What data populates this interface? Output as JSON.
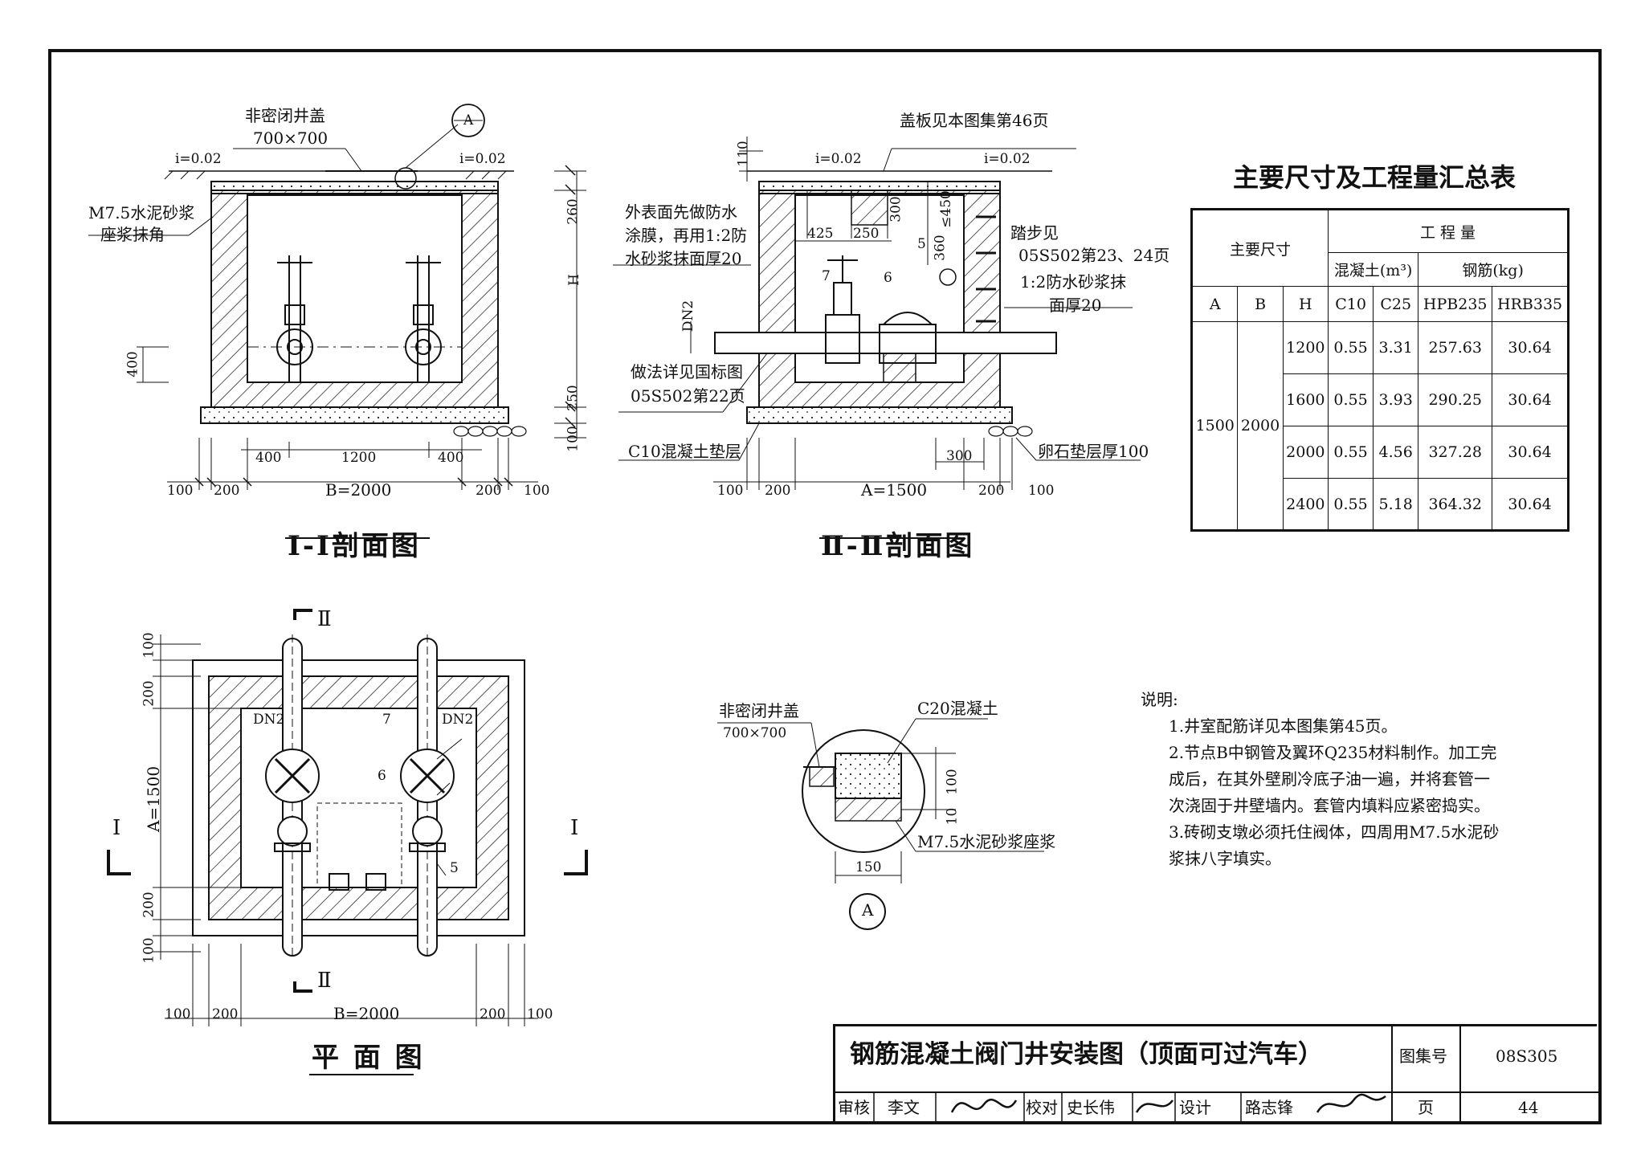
{
  "sections": {
    "s1": {
      "title": "Ⅰ-Ⅰ剖面图"
    },
    "s2": {
      "title": "Ⅱ-Ⅱ剖面图"
    },
    "plan": {
      "title": "平 面 图"
    }
  },
  "labels": {
    "cover_s1": "非密闭井盖",
    "cover_size": "700×700",
    "slope_left": "i=0.02",
    "slope_right": "i=0.02",
    "mortar_corner_1": "M7.5水泥砂浆",
    "mortar_corner_2": "座浆抹角",
    "detail_marker": "A",
    "cover_plate": "盖板见本图集第46页",
    "waterproof_1": "外表面先做防水",
    "waterproof_2": "涂膜，再用1:2防",
    "waterproof_3": "水砂浆抹面厚20",
    "method_1": "做法详见国标图",
    "method_2": "05S502第22页",
    "c10_layer": "C10混凝土垫层",
    "pebble_layer": "卵石垫层厚100",
    "step_1": "踏步见",
    "step_2": "05S502第23、24页",
    "step_3": "1:2防水砂浆抹",
    "step_4": "面厚20",
    "dn_label": "DN2",
    "item_5": "5",
    "item_6": "6",
    "item_7": "7",
    "section_mark_1": "Ⅰ",
    "section_mark_2": "Ⅱ",
    "detail_cover": "非密闭井盖",
    "detail_cover_size": "700×700",
    "detail_c20": "C20混凝土",
    "detail_mortar": "M7.5水泥砂浆座浆"
  },
  "dimensions": {
    "d100": "100",
    "d200": "200",
    "d400": "400",
    "d1200": "1200",
    "b2000": "B=2000",
    "a1500": "A=1500",
    "d250": "250",
    "d260": "260",
    "dH": "H",
    "d110": "110",
    "d425": "425",
    "d300": "300",
    "d360": "360",
    "le450": "≤450",
    "d150": "150",
    "d10": "10"
  },
  "table": {
    "title": "主要尺寸及工程量汇总表",
    "h_main_dims": "主要尺寸",
    "h_quantity": "工 程 量",
    "h_concrete": "混凝土(m³)",
    "h_rebar": "钢筋(kg)",
    "cols": [
      "A",
      "B",
      "H",
      "C10",
      "C25",
      "HPB235",
      "HRB335"
    ],
    "a_value": "1500",
    "b_value": "2000",
    "rows": [
      [
        "1200",
        "0.55",
        "3.31",
        "257.63",
        "30.64"
      ],
      [
        "1600",
        "0.55",
        "3.93",
        "290.25",
        "30.64"
      ],
      [
        "2000",
        "0.55",
        "4.56",
        "327.28",
        "30.64"
      ],
      [
        "2400",
        "0.55",
        "5.18",
        "364.32",
        "30.64"
      ]
    ]
  },
  "notes": {
    "heading": "说明:",
    "lines": [
      "1.井室配筋详见本图集第45页。",
      "2.节点B中钢管及翼环Q235材料制作。加工完",
      "  成后，在其外壁刷冷底子油一遍，并将套管一",
      "  次浇固于井壁墙内。套管内填料应紧密捣实。",
      "3.砖砌支墩必须托住阀体，四周用M7.5水泥砂",
      "  浆抹八字填实。"
    ]
  },
  "title_block": {
    "title": "钢筋混凝土阀门井安装图（顶面可过汽车）",
    "atlas_label": "图集号",
    "atlas_no": "08S305",
    "review_label": "审核",
    "reviewer": "李文",
    "check_label": "校对",
    "checker": "史长伟",
    "design_label": "设计",
    "designer": "路志锋",
    "page_label": "页",
    "page_no": "44"
  }
}
